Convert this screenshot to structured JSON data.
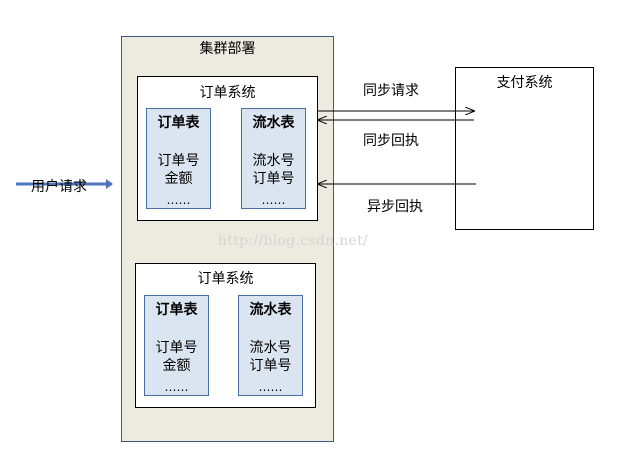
{
  "cluster": {
    "title": "集群部署"
  },
  "order_systems": [
    {
      "title": "订单系统",
      "tables": [
        {
          "title": "订单表",
          "fields": [
            "订单号",
            "金额"
          ],
          "ellipsis": "……"
        },
        {
          "title": "流水表",
          "fields": [
            "流水号",
            "订单号"
          ],
          "ellipsis": "……"
        }
      ]
    },
    {
      "title": "订单系统",
      "tables": [
        {
          "title": "订单表",
          "fields": [
            "订单号",
            "金额"
          ],
          "ellipsis": "……"
        },
        {
          "title": "流水表",
          "fields": [
            "流水号",
            "订单号"
          ],
          "ellipsis": "……"
        }
      ]
    }
  ],
  "payment": {
    "title": "支付系统"
  },
  "flows": {
    "user_request": "用户请求",
    "sync_request": "同步请求",
    "sync_reply": "同步回执",
    "async_reply": "异步回执"
  },
  "watermark": "http://blog.csdn.net/",
  "colors": {
    "cluster_fill": "#edeae0",
    "cluster_border": "#3a5a86",
    "table_fill": "#dbe5f1",
    "table_border": "#4a6e9f",
    "user_arrow": "#4f78b8"
  }
}
